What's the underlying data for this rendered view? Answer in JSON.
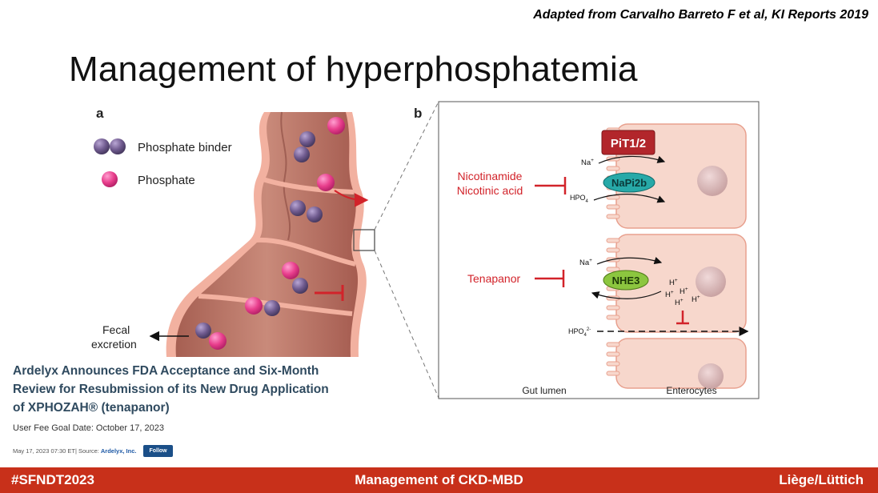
{
  "slide": {
    "citation": "Adapted from Carvalho Barreto F et al, KI Reports 2019",
    "title": "Management of hyperphosphatemia"
  },
  "panel_a": {
    "letter": "a",
    "legend": [
      {
        "label": "Phosphate binder"
      },
      {
        "label": "Phosphate"
      }
    ],
    "fecal_line1": "Fecal",
    "fecal_line2": "excretion"
  },
  "panel_b": {
    "letter": "b",
    "pit": "PiT1/2",
    "napi": "NaPi2b",
    "nhe": "NHE3",
    "na1": "Na",
    "na2": "Na",
    "plus": "+",
    "hpo": "HPO",
    "four": "4",
    "two_minus": "2-",
    "h": "H",
    "inhibitor1_line1": "Nicotinamide",
    "inhibitor1_line2": "Nicotinic acid",
    "inhibitor2": "Tenapanor",
    "gut_lumen": "Gut lumen",
    "enterocytes": "Enterocytes"
  },
  "news": {
    "headline_line1": "Ardelyx Announces FDA Acceptance and Six-Month",
    "headline_line2": "Review for Resubmission of its New Drug Application",
    "headline_line3": "of XPHOZAH® (tenapanor)",
    "goal_date": "User Fee Goal Date: October 17, 2023",
    "meta": "May 17, 2023 07:30 ET| Source:",
    "source": "Ardelyx, Inc.",
    "follow": "Follow"
  },
  "footer": {
    "left": "#SFNDT2023",
    "center": "Management of CKD-MBD",
    "right": "Liège/Lüttich"
  },
  "colors": {
    "footer_bg": "#c8301a",
    "inhibitor_red": "#d2232a",
    "phosphate_pink": "#e83e8c",
    "binder_purple": "#6f5a8e",
    "napi_teal": "#27a9a8",
    "nhe_green": "#8cc63f",
    "pit_red": "#b2262b"
  }
}
